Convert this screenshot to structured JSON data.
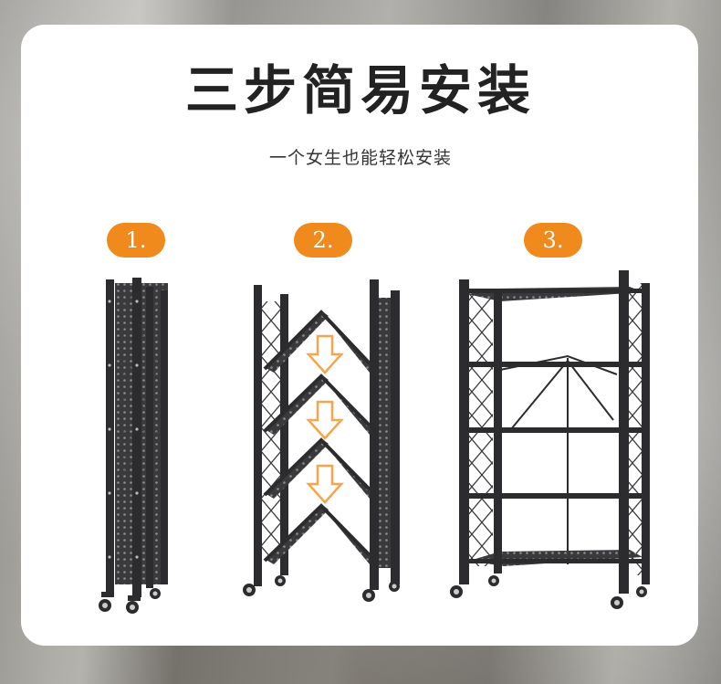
{
  "header": {
    "title": "三步简易安装",
    "subtitle": "一个女生也能轻松安装"
  },
  "steps": [
    {
      "label": "1."
    },
    {
      "label": "2."
    },
    {
      "label": "3."
    }
  ],
  "colors": {
    "accent": "#f08a1c",
    "arrow": "#f6a54a",
    "frame": "#2c2c2e",
    "card": "#ffffff"
  }
}
